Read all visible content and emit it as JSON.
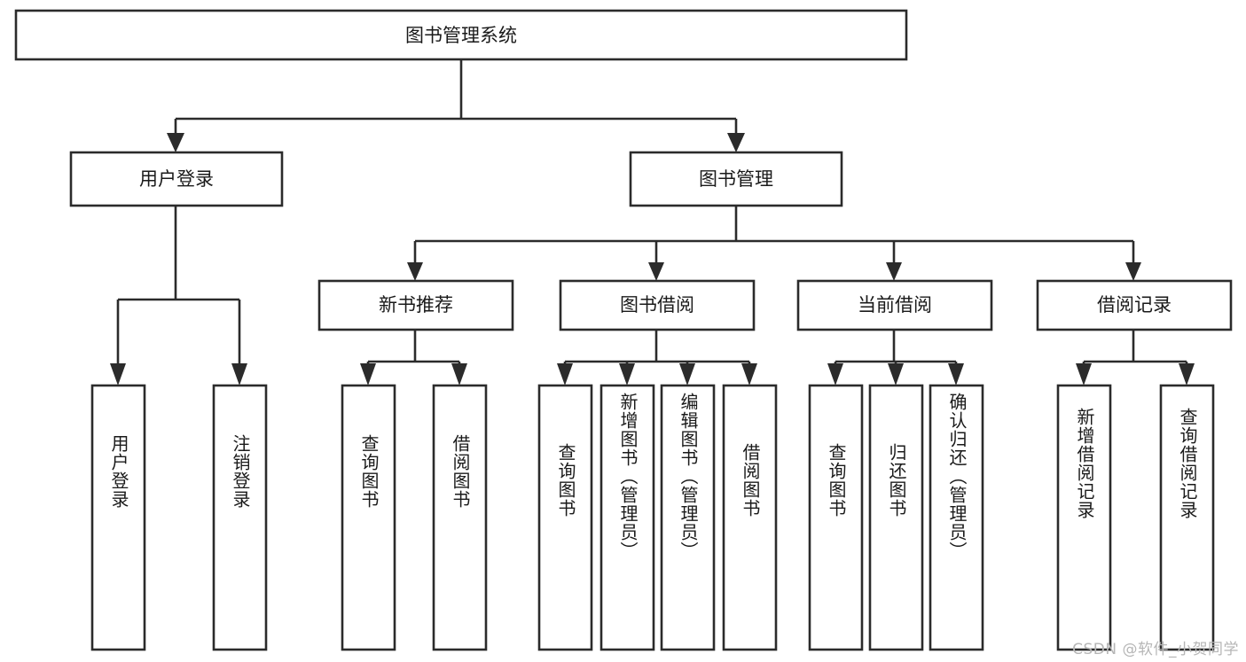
{
  "diagram": {
    "type": "tree",
    "title": "图书管理系统",
    "root": {
      "id": "root",
      "label": "图书管理系统"
    },
    "level2": [
      {
        "id": "user-login",
        "label": "用户登录"
      },
      {
        "id": "book-manage",
        "label": "图书管理"
      }
    ],
    "level3": [
      {
        "id": "new-book-rec",
        "label": "新书推荐",
        "parent": "book-manage"
      },
      {
        "id": "book-borrow",
        "label": "图书借阅",
        "parent": "book-manage"
      },
      {
        "id": "current-borrow",
        "label": "当前借阅",
        "parent": "book-manage"
      },
      {
        "id": "borrow-record",
        "label": "借阅记录",
        "parent": "book-manage"
      }
    ],
    "leaves": [
      {
        "id": "leaf-user-login",
        "label": "用户登录",
        "parent": "user-login"
      },
      {
        "id": "leaf-logout",
        "label": "注销登录",
        "parent": "user-login"
      },
      {
        "id": "leaf-query-book-1",
        "label": "查询图书",
        "parent": "new-book-rec"
      },
      {
        "id": "leaf-borrow-book-1",
        "label": "借阅图书",
        "parent": "new-book-rec"
      },
      {
        "id": "leaf-query-book-2",
        "label": "查询图书",
        "parent": "book-borrow"
      },
      {
        "id": "leaf-add-book",
        "label": "新增图书（管理员）",
        "parent": "book-borrow"
      },
      {
        "id": "leaf-edit-book",
        "label": "编辑图书（管理员）",
        "parent": "book-borrow"
      },
      {
        "id": "leaf-borrow-book-2",
        "label": "借阅图书",
        "parent": "book-borrow"
      },
      {
        "id": "leaf-query-book-3",
        "label": "查询图书",
        "parent": "current-borrow"
      },
      {
        "id": "leaf-return-book",
        "label": "归还图书",
        "parent": "current-borrow"
      },
      {
        "id": "leaf-confirm-return",
        "label": "确认归还（管理员）",
        "parent": "current-borrow"
      },
      {
        "id": "leaf-add-record",
        "label": "新增借阅记录",
        "parent": "borrow-record"
      },
      {
        "id": "leaf-query-record",
        "label": "查询借阅记录",
        "parent": "borrow-record"
      }
    ],
    "colors": {
      "stroke": "#2b2b2b",
      "fill": "#ffffff",
      "text": "#1a1a1a",
      "watermark": "#b6b6b6"
    }
  },
  "watermark": {
    "text": "CSDN @软件_小贺同学"
  }
}
